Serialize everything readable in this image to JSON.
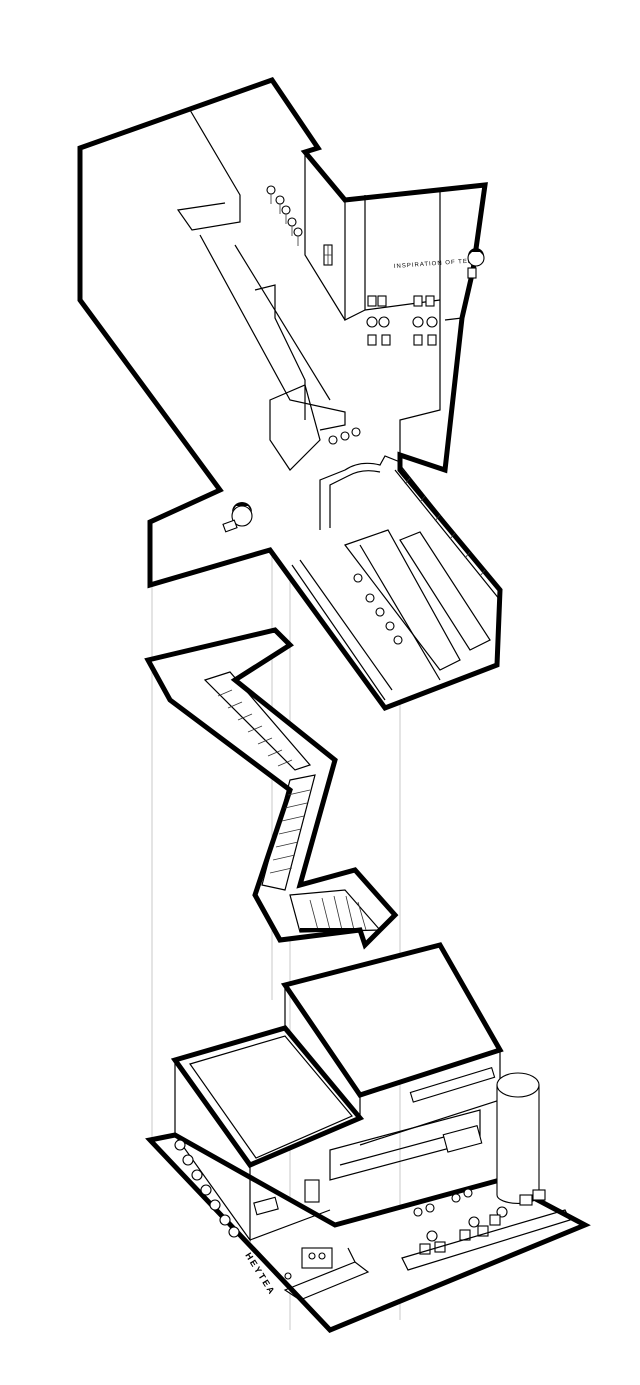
{
  "diagram": {
    "levels": [
      {
        "id": "upper-floor"
      },
      {
        "id": "staircase"
      },
      {
        "id": "ground-floor"
      }
    ],
    "labels": {
      "wall_sign": "INSPIRATION OF TEA",
      "brand": "HEYTEA"
    },
    "colors": {
      "stroke": "#000000",
      "background": "#ffffff",
      "guide": "#bbbbbb"
    }
  }
}
